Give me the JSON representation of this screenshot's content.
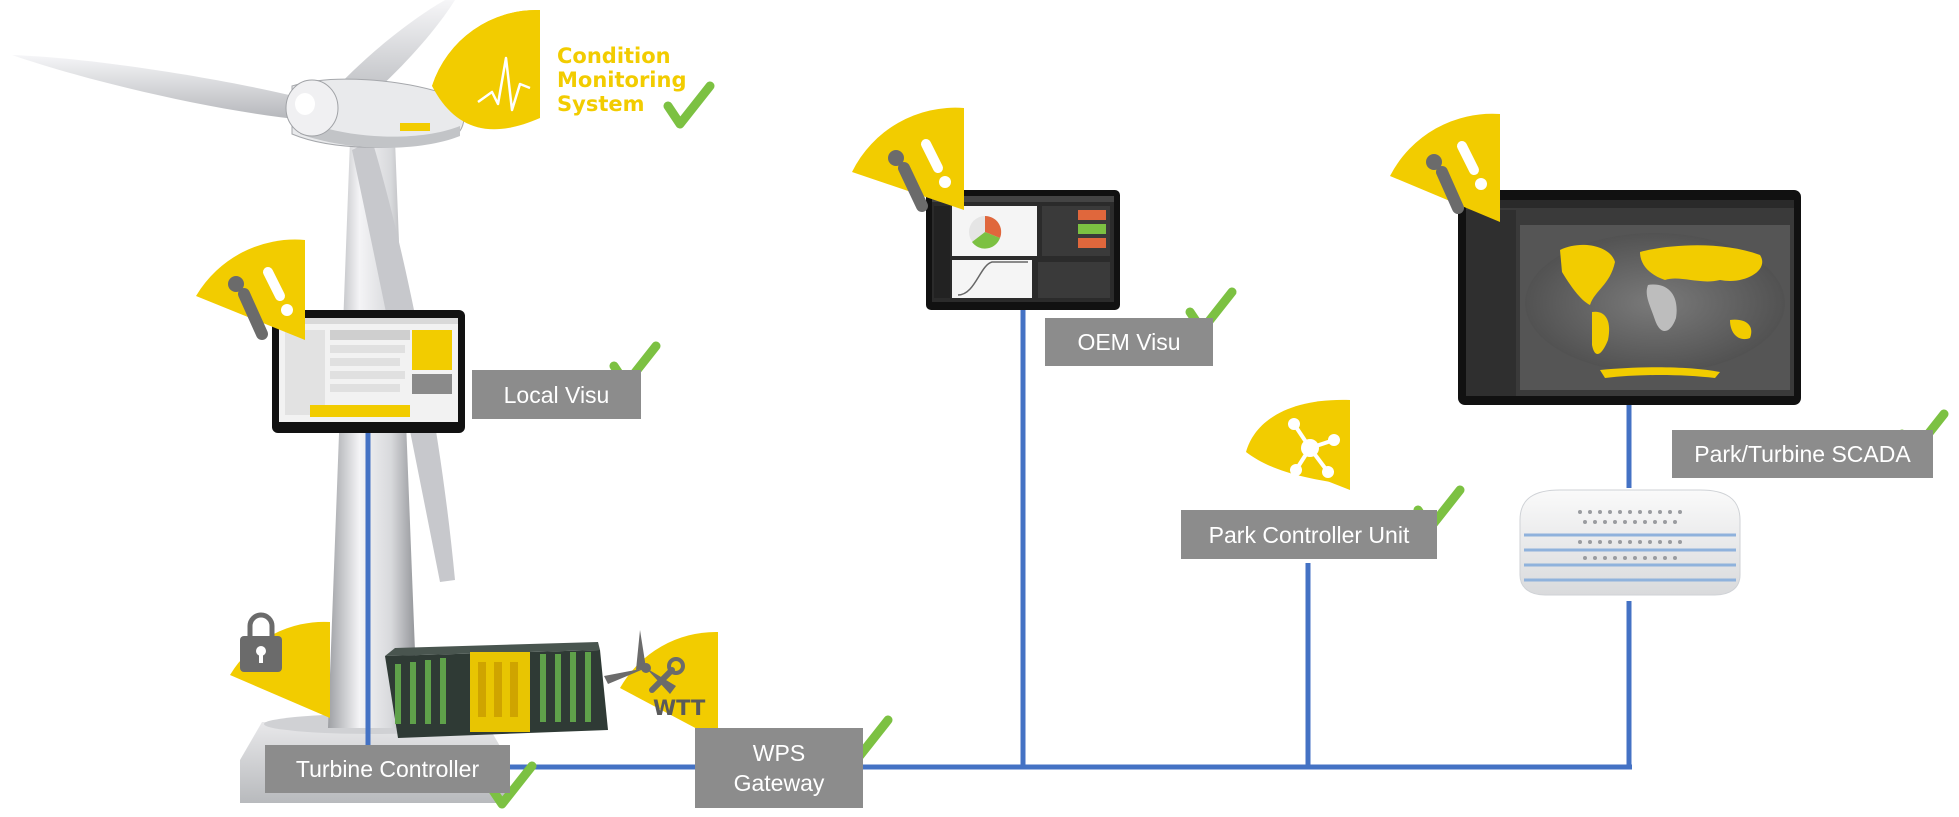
{
  "colors": {
    "accent_yellow": "#f2cc00",
    "network_blue": "#4472c4",
    "check_green": "#7cc142",
    "label_gray": "#8c8c8c",
    "icon_gray": "#6b6b6b"
  },
  "cms": {
    "lines": [
      "Condition",
      "Monitoring",
      "System"
    ]
  },
  "labels": {
    "local_visu": "Local Visu",
    "oem_visu": "OEM Visu",
    "park_controller_unit": "Park Controller Unit",
    "park_turbine_scada": "Park/Turbine SCADA",
    "turbine_controller": "Turbine Controller",
    "wps_gateway_line1": "WPS",
    "wps_gateway_line2": "Gateway"
  },
  "badges": {
    "wtt": "WTT"
  },
  "icons": {
    "cms_sector": "heartbeat-icon",
    "info_warning": "info-warning-icon",
    "lock": "lock-icon",
    "wtt_tool": "wrench-turbine-icon",
    "park_network": "network-hub-icon",
    "check": "check-icon"
  }
}
